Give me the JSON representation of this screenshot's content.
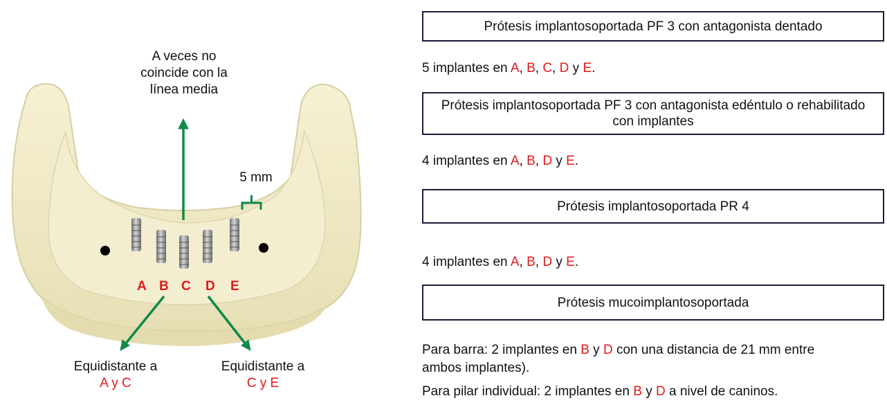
{
  "figure": {
    "midline_label": [
      "A veces no",
      "coincide con la",
      "línea media"
    ],
    "distance_label": "5 mm",
    "implant_letters": [
      "A",
      "B",
      "C",
      "D",
      "E"
    ],
    "equidistant_left": {
      "line1": "Equidistante a",
      "line2": "A y C"
    },
    "equidistant_right": {
      "line1": "Equidistante a",
      "line2": "C y E"
    }
  },
  "sections": [
    {
      "title": "Prótesis implantosoportada PF 3 con antagonista dentado",
      "text": [
        {
          "t": "5 implantes en "
        },
        {
          "t": "A",
          "red": true
        },
        {
          "t": ", "
        },
        {
          "t": "B",
          "red": true
        },
        {
          "t": ", "
        },
        {
          "t": "C",
          "red": true
        },
        {
          "t": ", "
        },
        {
          "t": "D",
          "red": true
        },
        {
          "t": " y "
        },
        {
          "t": "E",
          "red": true
        },
        {
          "t": "."
        }
      ]
    },
    {
      "title": "Prótesis implantosoportada PF 3 con antagonista edéntulo o rehabilitado con implantes",
      "text": [
        {
          "t": "4 implantes en "
        },
        {
          "t": "A",
          "red": true
        },
        {
          "t": ", "
        },
        {
          "t": "B",
          "red": true
        },
        {
          "t": ", "
        },
        {
          "t": "D",
          "red": true
        },
        {
          "t": " y "
        },
        {
          "t": "E",
          "red": true
        },
        {
          "t": "."
        }
      ]
    },
    {
      "title": "Prótesis implantosoportada PR 4",
      "text": [
        {
          "t": "4 implantes en "
        },
        {
          "t": "A",
          "red": true
        },
        {
          "t": ", "
        },
        {
          "t": "B",
          "red": true
        },
        {
          "t": ", "
        },
        {
          "t": "D",
          "red": true
        },
        {
          "t": " y "
        },
        {
          "t": "E",
          "red": true
        },
        {
          "t": "."
        }
      ]
    },
    {
      "title": "Prótesis mucoimplantosoportada",
      "text": [
        {
          "t": "Para barra: 2 implantes en "
        },
        {
          "t": "B",
          "red": true
        },
        {
          "t": " y "
        },
        {
          "t": "D",
          "red": true
        },
        {
          "t": " con una distancia de 21 mm entre ambos implantes)."
        }
      ],
      "text2": [
        {
          "t": "Para pilar individual: 2 implantes en "
        },
        {
          "t": "B",
          "red": true
        },
        {
          "t": " y "
        },
        {
          "t": "D",
          "red": true
        },
        {
          "t": " a nivel de caninos."
        }
      ]
    }
  ],
  "colors": {
    "accent_red": "#e0191b",
    "arrow_green": "#0e8a4a",
    "box_border": "#1a1a3a",
    "jaw": "#f1ebc8"
  }
}
